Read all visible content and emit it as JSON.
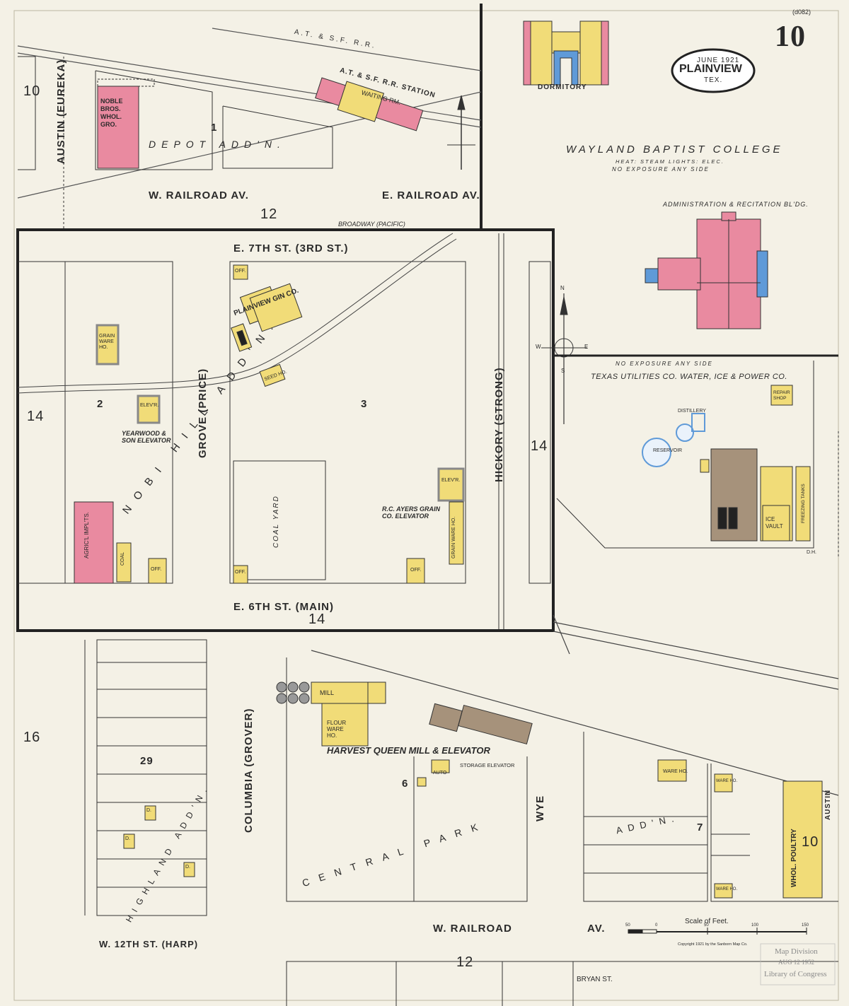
{
  "sheet": {
    "number": "10",
    "corner_code": "(d082)"
  },
  "cartouche": {
    "date": "JUNE 1921",
    "city": "PLAINVIEW",
    "state": "TEX."
  },
  "streets": {
    "w_railroad_top": "W. RAILROAD AV.",
    "e_railroad_top": "E. RAILROAD AV.",
    "broadway": "BROADWAY (PACIFIC)",
    "e7th": "E. 7TH ST. (3RD ST.)",
    "e6th": "E. 6TH ST. (MAIN)",
    "austin_top": "AUSTIN (EUREKA)",
    "grove": "GROVE (PRICE)",
    "hickory": "HICKORY (STRONG)",
    "columbia": "COLUMBIA (GROVER)",
    "w12th": "W. 12TH ST. (HARP)",
    "w_railroad_bottom": "W. RAILROAD",
    "av_bottom": "AV.",
    "bryan": "BRYAN ST.",
    "austin_bottom": "AUSTIN",
    "wye": "WYE",
    "atsf": "A.T. & S.F. R.R."
  },
  "additions": {
    "depot": "DEPOT ADD'N.",
    "nobi_hill": "NOBI HILL ADD'N.",
    "highland": "HIGHLAND ADD'N.",
    "central_park": "CENTRAL PARK",
    "add_n": "ADD'N."
  },
  "adjacent_sheets": {
    "s10_left": "10",
    "s12_top": "12",
    "s14_left": "14",
    "s14_right": "14",
    "s14_bottom": "14",
    "s16": "16",
    "s10_right": "10",
    "s12_bottom": "12"
  },
  "blocks": {
    "b1": "1",
    "b2": "2",
    "b3": "3",
    "b6": "6",
    "b7": "7",
    "b29": "29"
  },
  "labels": {
    "noble_bros": "NOBLE BROS. WHOL. GRO.",
    "station": "A.T. & S.F. R.R. STATION",
    "waiting_rm": "WAITING RM.",
    "dormitory": "DORMITORY",
    "college": "WAYLAND BAPTIST COLLEGE",
    "college_sub1": "HEAT: STEAM   LIGHTS: ELEC.",
    "college_sub2": "NO EXPOSURE ANY SIDE",
    "admin": "ADMINISTRATION & RECITATION BL'DG.",
    "texas_utilities": "TEXAS UTILITIES CO. WATER, ICE & POWER CO.",
    "no_exposure": "NO EXPOSURE ANY SIDE",
    "plainview_gin": "PLAINVIEW GIN CO.",
    "seed_ho": "SEED HO.",
    "grain_ware": "GRAIN WARE HO.",
    "elevr": "ELEV'R.",
    "yearwood": "YEARWOOD & SON ELEVATOR",
    "agricl": "AGRIC'L IMPL'TS.",
    "coal_yard": "COAL YARD",
    "ayers": "R.C. AYERS GRAIN CO. ELEVATOR",
    "harvest_queen": "HARVEST QUEEN MILL & ELEVATOR",
    "flour_ware": "FLOUR WARE HO.",
    "mill": "MILL",
    "storage_elev": "STORAGE ELEVATOR",
    "auto": "AUTO",
    "whol_poultry": "WHOL. POULTRY",
    "ware_ho": "WARE HO.",
    "reservoir": "RESERVOIR",
    "distillery": "DISTILLERY",
    "ice_vault": "ICE VAULT",
    "freezing_tanks": "FREEZING TANKS",
    "repair_shop": "REPAIR SHOP",
    "off": "OFF.",
    "coal": "COAL",
    "d": "D.",
    "dh": "D.H."
  },
  "scale": {
    "title": "Scale of Feet.",
    "ticks": [
      "50",
      "0",
      "50",
      "100",
      "150"
    ]
  },
  "copyright": "Copyright 1921 by the Sanborn Map Co.",
  "stamp": [
    "Map Division",
    "AUG 12 1952",
    "Library of Congress"
  ],
  "compass": {
    "n": "N",
    "s": "S",
    "e": "E",
    "w": "W"
  },
  "colors": {
    "paper": "#f4f1e6",
    "brick": "#e98aa0",
    "frame": "#f1dc78",
    "adobe": "#a6927b",
    "stone": "#5f9ad8",
    "line": "#2a2a2a",
    "gray": "#9a9a9a"
  }
}
